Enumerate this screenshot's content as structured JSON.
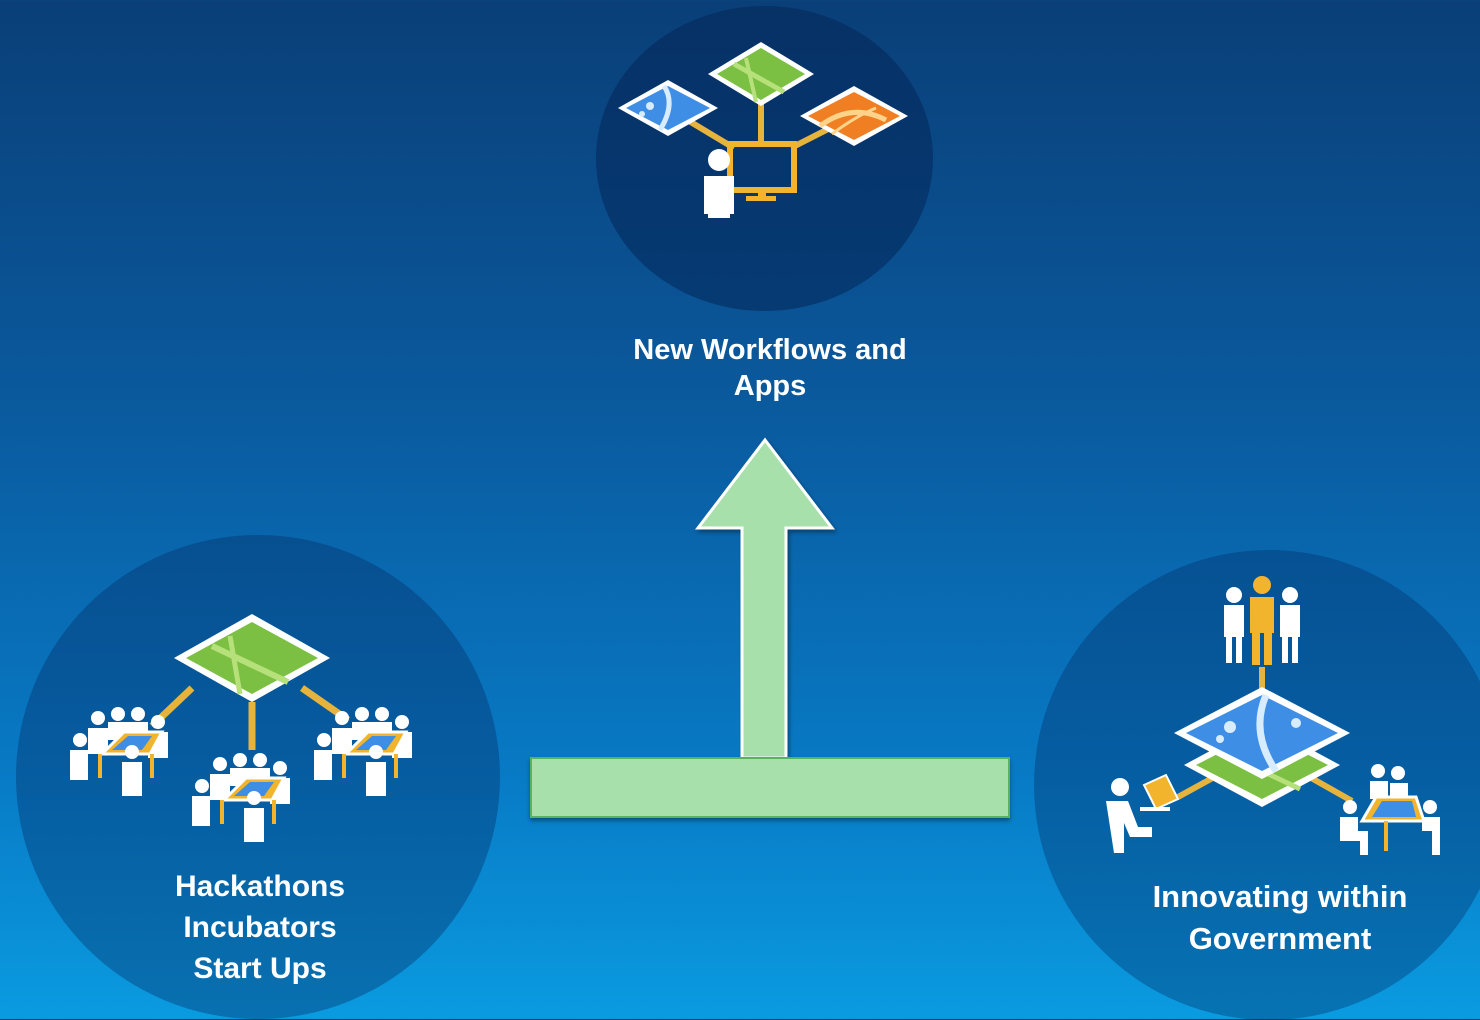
{
  "diagram": {
    "nodes": [
      {
        "id": "top",
        "lines": [
          "New Workflows and",
          "Apps"
        ],
        "icon": "user-computer-maps-icon"
      },
      {
        "id": "left",
        "lines": [
          "Hackathons",
          "Incubators",
          "Start Ups"
        ],
        "icon": "team-collaboration-icon"
      },
      {
        "id": "right",
        "lines": [
          "Innovating within",
          "Government"
        ],
        "icon": "government-layers-icon"
      }
    ],
    "arrow": {
      "direction": "up",
      "color": "#a8e0ac",
      "border": "#58b35f"
    }
  }
}
